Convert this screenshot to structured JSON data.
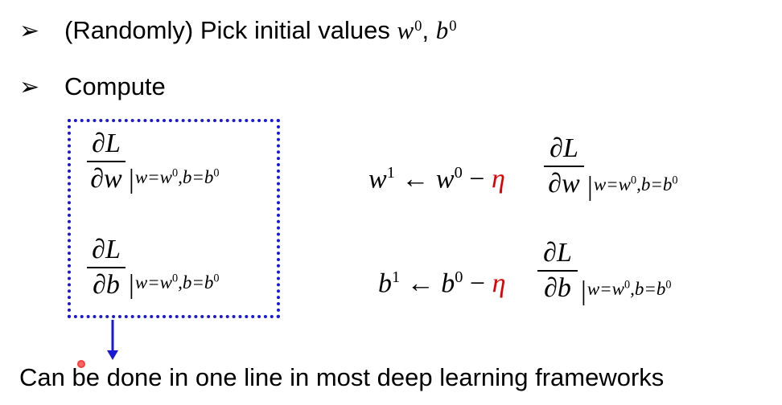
{
  "bullets": [
    {
      "arrow": "➢",
      "text": "(Randomly) Pick initial values ",
      "math": {
        "w": "w",
        "w_sup": "0",
        "sep": ", ",
        "b": "b",
        "b_sup": "0"
      }
    },
    {
      "arrow": "➢",
      "text": "Compute"
    }
  ],
  "box": {
    "grad_w": {
      "num": "∂L",
      "den": "∂w",
      "eval": "w=w",
      "eval_sup1": "0",
      "eval_mid": ",b=b",
      "eval_sup2": "0"
    },
    "grad_b": {
      "num": "∂L",
      "den": "∂b",
      "eval": "w=w",
      "eval_sup1": "0",
      "eval_mid": ",b=b",
      "eval_sup2": "0"
    }
  },
  "updates": {
    "w": {
      "lhs": "w",
      "lhs_sup": "1",
      "arrow": "←",
      "rhs": "w",
      "rhs_sup": "0",
      "minus": "−",
      "eta": "η",
      "num": "∂L",
      "den": "∂w",
      "eval": "w=w",
      "eval_sup1": "0",
      "eval_mid": ",b=b",
      "eval_sup2": "0"
    },
    "b": {
      "lhs": "b",
      "lhs_sup": "1",
      "arrow": "←",
      "rhs": "b",
      "rhs_sup": "0",
      "minus": "−",
      "eta": "η",
      "num": "∂L",
      "den": "∂b",
      "eval": "w=w",
      "eval_sup1": "0",
      "eval_mid": ",b=b",
      "eval_sup2": "0"
    }
  },
  "footer": {
    "text": "Can be done in one line in most deep learning frameworks"
  },
  "colors": {
    "box_border": "#1a1ad6",
    "arrow": "#1a1ad6",
    "eta": "#e00000"
  }
}
